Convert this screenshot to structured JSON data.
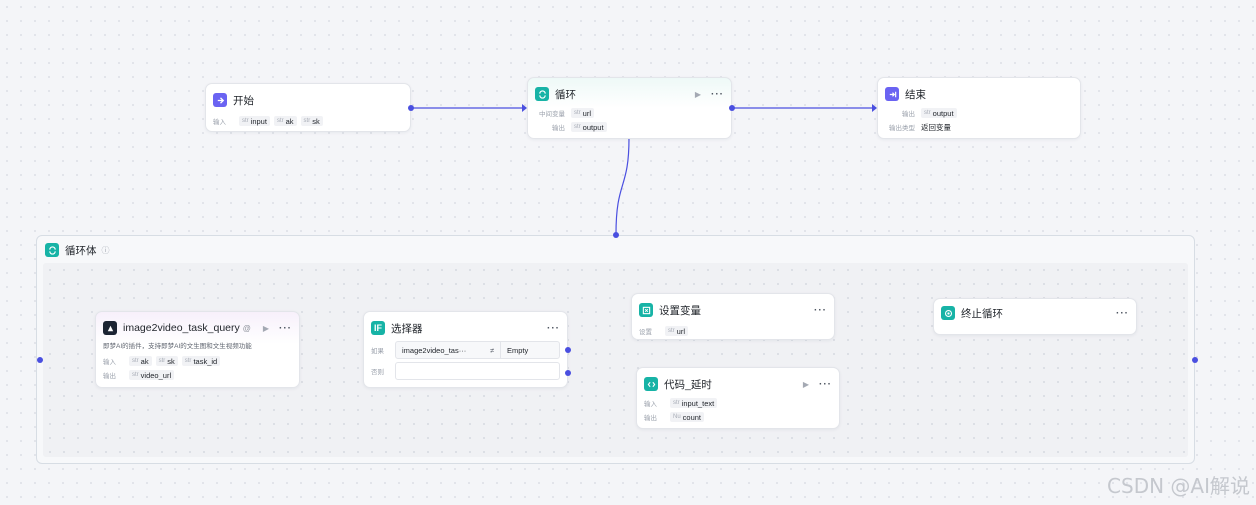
{
  "nodes": {
    "start": {
      "title": "开始",
      "input_label": "输入",
      "params": [
        {
          "type": "str",
          "name": "input"
        },
        {
          "type": "str",
          "name": "ak"
        },
        {
          "type": "str",
          "name": "sk"
        }
      ]
    },
    "loop": {
      "title": "循环",
      "row1_label": "中间变量",
      "row1": {
        "type": "str",
        "name": "url"
      },
      "row2_label": "输出",
      "row2": {
        "type": "str",
        "name": "output"
      }
    },
    "end": {
      "title": "结束",
      "row1_label": "输出",
      "row1": {
        "type": "str",
        "name": "output"
      },
      "row2_label": "输出类型",
      "row2_value": "返回变量"
    },
    "loop_body": {
      "title": "循环体",
      "info": "ⓘ"
    },
    "query": {
      "title": "image2video_task_query",
      "title_badge": "@",
      "description": "即梦AI的插件，支持即梦AI的文生图和文生视频功能",
      "input_label": "输入",
      "inputs": [
        {
          "type": "str",
          "name": "ak"
        },
        {
          "type": "str",
          "name": "sk"
        },
        {
          "type": "str",
          "name": "task_id"
        }
      ],
      "output_label": "输出",
      "outputs": [
        {
          "type": "str",
          "name": "video_url"
        }
      ]
    },
    "selector": {
      "title": "选择器",
      "if_label": "如果",
      "left_operand": "image2video_tas···",
      "operator": "≠",
      "right_operand": "Empty",
      "else_label": "否则"
    },
    "set_var": {
      "title": "设置变量",
      "row_label": "设置",
      "row": {
        "type": "str",
        "name": "url"
      }
    },
    "break_loop": {
      "title": "终止循环"
    },
    "code_delay": {
      "title": "代码_延时",
      "input_label": "输入",
      "input": {
        "type": "str",
        "name": "input_text"
      },
      "output_label": "输出",
      "output": {
        "type": "Nu",
        "name": "count"
      }
    }
  },
  "icons": {
    "start": "entry-icon",
    "loop": "loop-icon",
    "end": "exit-icon",
    "query": "plugin-icon",
    "selector": "if-icon",
    "set_var": "variable-icon",
    "break_loop": "stop-loop-icon",
    "code_delay": "code-icon",
    "run": "play-icon",
    "more": "more-icon"
  },
  "colors": {
    "accent": "#4a4fe0",
    "purple_icon": "#6a63f2",
    "teal_icon": "#17b3a6",
    "edge": "#4a4fe0"
  },
  "watermark": "CSDN @AI解说"
}
